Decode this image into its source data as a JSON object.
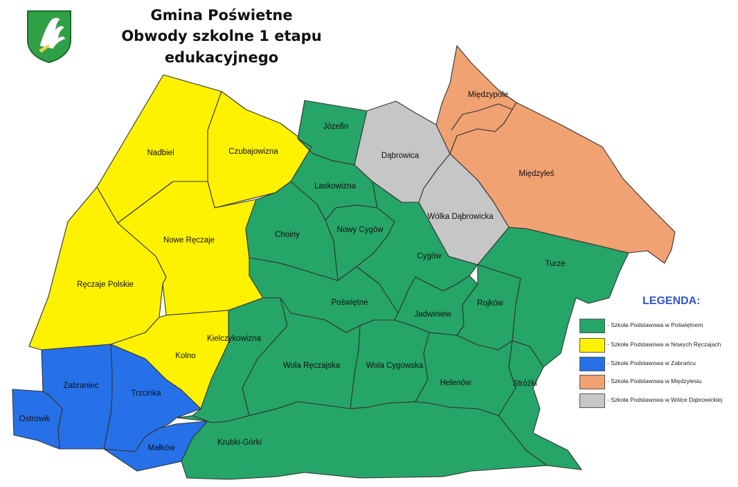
{
  "title": {
    "line1": "Gmina Poświetne",
    "line2": "Obwody szkolne 1 etapu",
    "line3": "edukacyjnego"
  },
  "colors": {
    "poswietne": "#25a567",
    "nowe_reczaje": "#fff200",
    "zabraniec": "#2671e8",
    "miedzylesie": "#f0a272",
    "wolka": "#c6c6c6",
    "legend_title": "#3355cc"
  },
  "legend": {
    "title": "LEGENDA:",
    "items": [
      {
        "label": "- Szkoła Podstawowa w Poświętnem",
        "color": "#25a567"
      },
      {
        "label": "- Szkoła Podstawowa w Nowych Ręczajach",
        "color": "#fff200"
      },
      {
        "label": "- Szkoła Podstawowa w Zabrańcu",
        "color": "#2671e8"
      },
      {
        "label": "- Szkoła Podstawowa w Międzylesiu",
        "color": "#f0a272"
      },
      {
        "label": "- Szkoła Podstawowa w Wólce Dąbrowickiej",
        "color": "#c6c6c6"
      }
    ]
  },
  "regions": {
    "nadbiel": "Nadbiel",
    "czubajowizna": "Czubajowizna",
    "nowe_reczaje": "Nowe Ręczaje",
    "reczaje_polskie": "Ręczaje Polskie",
    "kolno": "Kolno",
    "zabraniec": "Zabraniec",
    "trzcinka": "Trzcinka",
    "ostrowik": "Ostrowik",
    "malkow": "Małków",
    "jozefin": "Józefin",
    "dabrowica": "Dąbrowica",
    "miedzypole": "Międzypole",
    "miedzyles": "Międzyleś",
    "laskowizna": "Laskowizna",
    "wolka_dabrowicka": "Wólka Dąbrowicka",
    "choiny": "Choiny",
    "nowy_cygow": "Nowy Cygów",
    "cygow": "Cygów",
    "turze": "Turze",
    "poswietne": "Poświętne",
    "jadwiniew": "Jadwiniew",
    "rojkow": "Rojków",
    "kielczykowizna": "Kielczykowizna",
    "wola_reczajska": "Wola Ręczajska",
    "wola_cygowska": "Wola Cygowska",
    "helenow": "Helenów",
    "strozki": "Stróżki",
    "krubki_gorki": "Krubki-Górki"
  }
}
